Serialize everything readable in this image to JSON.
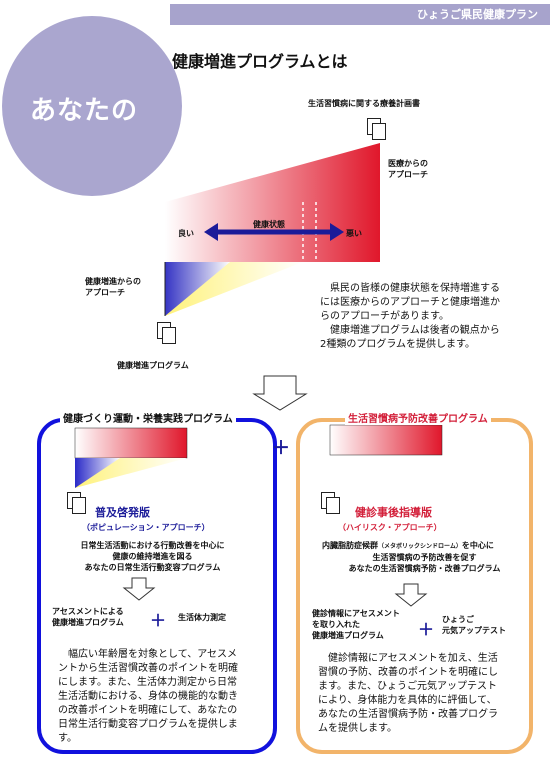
{
  "banner": "ひょうご県民健康プラン",
  "circle_text": "あなたの",
  "title": "健康増進プログラムとは",
  "diagram": {
    "lifestyle_plan": "生活習慣病に関する療養計画書",
    "medical_approach": [
      "医療からの",
      "アプローチ"
    ],
    "health_state": "健康状態",
    "good": "良い",
    "bad": "悪い",
    "health_promotion_approach": [
      "健康増進からの",
      "アプローチ"
    ],
    "health_program": "健康増進プログラム"
  },
  "intro_lines": [
    "　県民の皆様の健康状態を保持増進する",
    "には医療からのアプローチと健康増進か",
    "らのアプローチがあります。",
    "　健康増進プログラムは後者の観点から",
    "2種類のプログラムを提供します。"
  ],
  "left_box": {
    "title": "健康づくり運動・栄養実践プログラム",
    "version": "普及啓発版",
    "approach": "（ポピュレーション・アプローチ）",
    "desc": [
      "日常生活活動における行動改善を中心に",
      "健康の維持増進を図る",
      "あなたの日常生活行動変容プログラム"
    ],
    "assess": [
      "アセスメントによる",
      "健康増進プログラム"
    ],
    "plus": "＋",
    "measure": "生活体力測定",
    "body": [
      "　幅広い年齢層を対象として、アセスメ",
      "ントから生活習慣改善のポイントを明確",
      "にします。また、生活体力測定から日常",
      "生活活動における、身体の機能的な動き",
      "の改善ポイントを明確にして、あなたの",
      "日常生活行動変容プログラムを提供しま",
      "す。"
    ]
  },
  "right_box": {
    "title": "生活習慣病予防改善プログラム",
    "version": "健診事後指導版",
    "approach": "（ハイリスク・アプローチ）",
    "desc_pre": "内臓脂肪症候群",
    "desc_kana": "（メタボリックシンドローム）",
    "desc_post": "を中心に",
    "desc": [
      "生活習慣病の予防改善を促す",
      "あなたの生活習慣病予防・改善プログラム"
    ],
    "assess": [
      "健診情報にアセスメント",
      "を取り入れた",
      "健康増進プログラム"
    ],
    "plus": "＋",
    "measure": [
      "ひょうご",
      "元気アップテスト"
    ],
    "body": [
      "　健診情報にアセスメントを加え、生活",
      "習慣の予防、改善のポイントを明確にし",
      "ます。また、ひょうご元気アップテスト",
      "により、身体能力を具体的に評価して、",
      "あなたの生活習慣病予防・改善プログラ",
      "ムを提供します。"
    ]
  },
  "middle_plus": "＋",
  "colors": {
    "banner": "#a7a3cc",
    "blue": "#1111dd",
    "orange": "#f2b46a",
    "red": "#e0172b",
    "yellow": "#fff79a",
    "navy": "#1b1b99"
  }
}
